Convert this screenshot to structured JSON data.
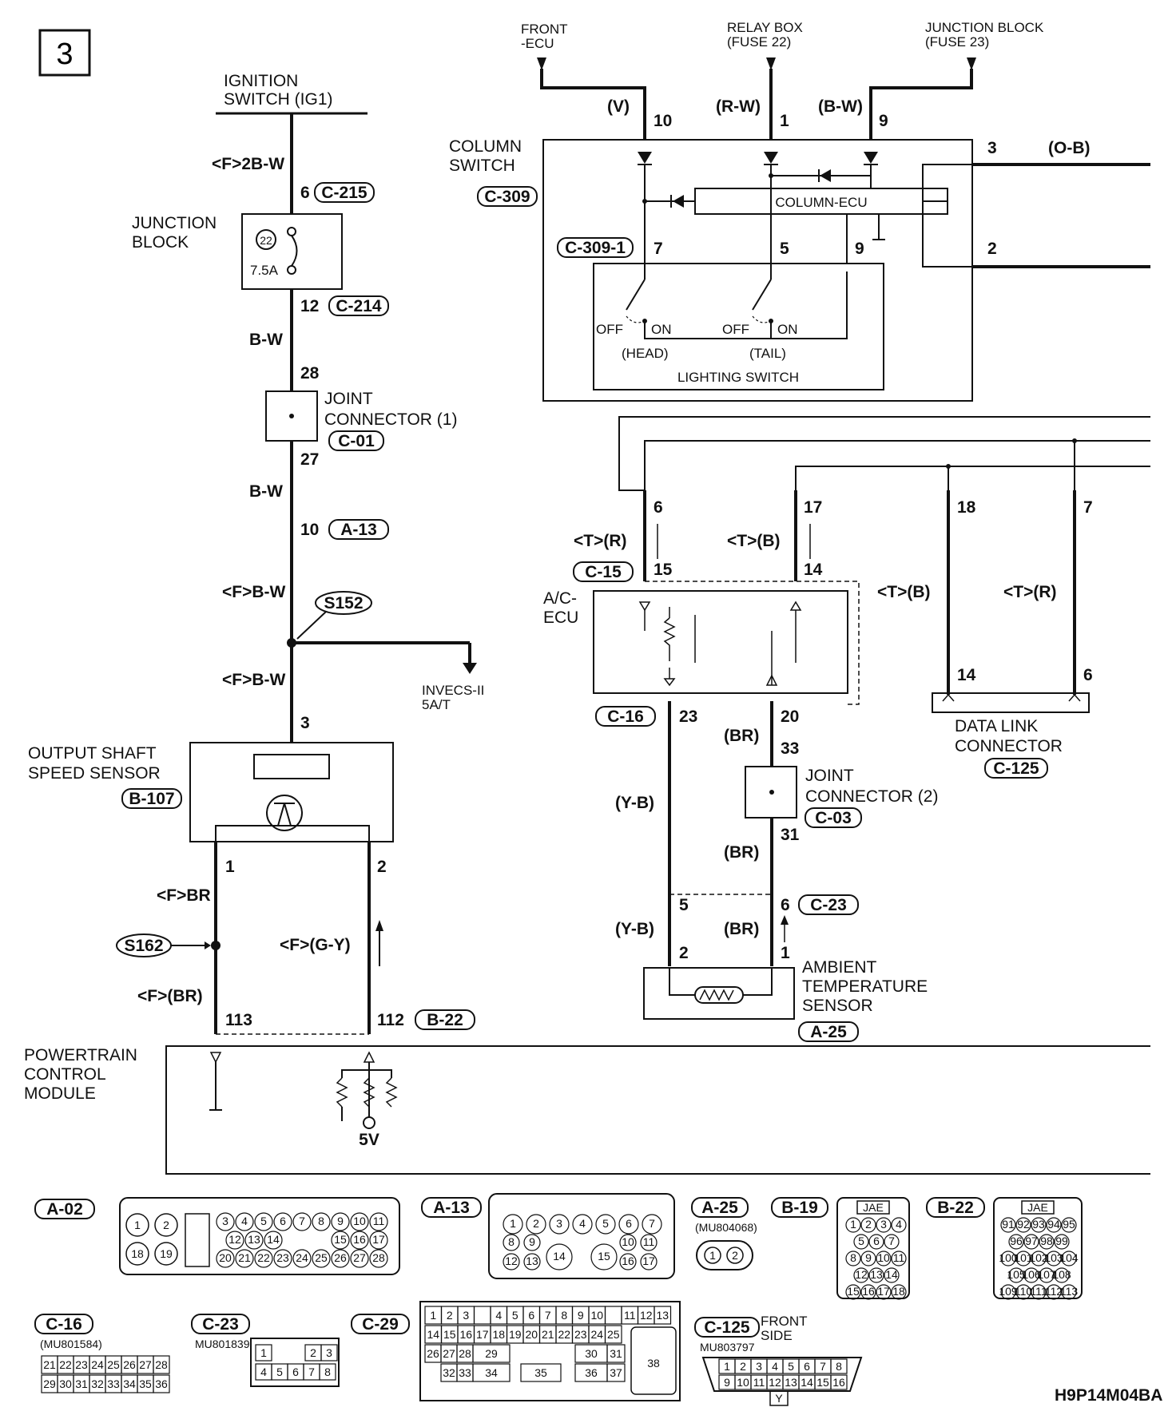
{
  "page_number": "3",
  "drawing_code": "H9P14M04BA",
  "sources": {
    "ignition": [
      "IGNITION",
      "SWITCH (IG1)"
    ],
    "front_ecu": [
      "FRONT",
      "-ECU"
    ],
    "relay_box": [
      "RELAY BOX",
      "(FUSE 22)"
    ],
    "junction_block_src": [
      "JUNCTION BLOCK",
      "(FUSE 23)"
    ]
  },
  "components": {
    "junction_block": [
      "JUNCTION",
      "BLOCK"
    ],
    "fuse_no": "22",
    "fuse_rating": "7.5A",
    "joint1": [
      "JOINT",
      "CONNECTOR (1)"
    ],
    "joint2": [
      "JOINT",
      "CONNECTOR (2)"
    ],
    "splice1": "S152",
    "splice2": "S162",
    "invecs": [
      "INVECS-II",
      "5A/T"
    ],
    "oss": [
      "OUTPUT SHAFT",
      "SPEED SENSOR"
    ],
    "pcm": [
      "POWERTRAIN",
      "CONTROL",
      "MODULE"
    ],
    "pcm_5v": "5V",
    "column_switch": [
      "COLUMN",
      "SWITCH"
    ],
    "column_ecu": "COLUMN-ECU",
    "lighting_switch": "LIGHTING SWITCH",
    "head": "(HEAD)",
    "tail": "(TAIL)",
    "off": "OFF",
    "on": "ON",
    "ac_ecu": [
      "A/C-",
      "ECU"
    ],
    "dlc": [
      "DATA LINK",
      "CONNECTOR"
    ],
    "ambient": [
      "AMBIENT",
      "TEMPERATURE",
      "SENSOR"
    ]
  },
  "connectors": {
    "c215": "C-215",
    "c214": "C-214",
    "c01": "C-01",
    "a13": "A-13",
    "b107": "B-107",
    "b22": "B-22",
    "c309": "C-309",
    "c309_1": "C-309-1",
    "c15": "C-15",
    "c16": "C-16",
    "c03": "C-03",
    "c23": "C-23",
    "a25": "A-25",
    "c125": "C-125"
  },
  "wires": {
    "w_2bw": "<F>2B-W",
    "w_bw": "B-W",
    "w_fbw": "<F>B-W",
    "w_fbr": "<F>BR",
    "w_fbr2": "<F>(BR)",
    "w_fgy": "<F>(G-Y)",
    "w_v": "(V)",
    "w_rw": "(R-W)",
    "w_bw2": "(B-W)",
    "w_ob": "(O-B)",
    "w_tr": "<T>(R)",
    "w_tb": "<T>(B)",
    "w_yb": "(Y-B)",
    "w_br": "(BR)"
  },
  "pins": {
    "p6": "6",
    "p12": "12",
    "p28": "28",
    "p27": "27",
    "p10": "10",
    "p3": "3",
    "p1": "1",
    "p2": "2",
    "p113": "113",
    "p112": "112",
    "cs10": "10",
    "cs1": "1",
    "cs9": "9",
    "cs3": "3",
    "cs2": "2",
    "ls7": "7",
    "ls5": "5",
    "ls9": "9",
    "a6": "6",
    "a17": "17",
    "a18": "18",
    "a7": "7",
    "a15": "15",
    "a14": "14",
    "d14": "14",
    "d6": "6",
    "a23": "23",
    "a20": "20",
    "j33": "33",
    "j31": "31",
    "c5": "5",
    "c6": "6",
    "s2": "2",
    "s1": "1"
  },
  "views": {
    "a02": "A-02",
    "a13": "A-13",
    "a25": "A-25",
    "a25_part": "(MU804068)",
    "b19": "B-19",
    "b22": "B-22",
    "jae": "JAE",
    "c16": "C-16",
    "c16_part": "(MU801584)",
    "c23": "C-23",
    "c23_part": "MU801839",
    "c29": "C-29",
    "c125": "C-125",
    "c125_part": "MU803797",
    "front_side": [
      "FRONT",
      "SIDE"
    ],
    "y": "Y"
  }
}
